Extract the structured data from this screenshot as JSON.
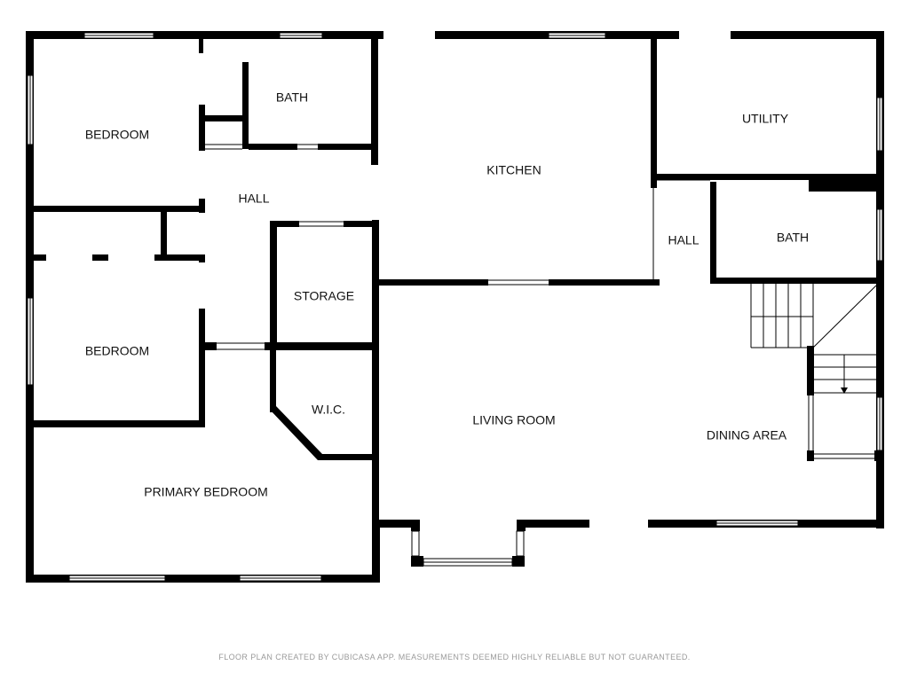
{
  "rooms": {
    "bedroom_1": "BEDROOM",
    "bath_1": "BATH",
    "kitchen": "KITCHEN",
    "utility": "UTILITY",
    "hall_1": "HALL",
    "hall_2": "HALL",
    "bath_2": "BATH",
    "storage": "STORAGE",
    "bedroom_2": "BEDROOM",
    "wic": "W.I.C.",
    "living_room": "LIVING ROOM",
    "dining_area": "DINING AREA",
    "primary_bedroom": "PRIMARY BEDROOM"
  },
  "footer": "FLOOR PLAN CREATED BY CUBICASA APP. MEASUREMENTS DEEMED HIGHLY RELIABLE BUT NOT GUARANTEED.",
  "colors": {
    "wall": "#000000",
    "background": "#ffffff",
    "footer_text": "#9a9a9a"
  }
}
